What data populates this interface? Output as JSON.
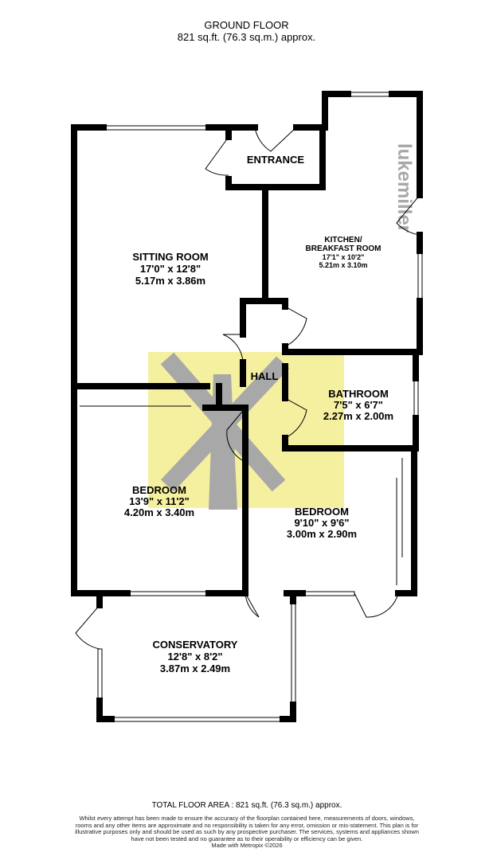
{
  "header": {
    "floor_name": "GROUND FLOOR",
    "area": "821 sq.ft. (76.3 sq.m.) approx."
  },
  "rooms": [
    {
      "name": "ENTRANCE"
    },
    {
      "name": "KITCHEN/",
      "name2": "BREAKFAST ROOM",
      "imperial": "17'1\"  x 10'2\"",
      "metric": "5.21m  x 3.10m"
    },
    {
      "name": "SITTING ROOM",
      "imperial": "17'0\"  x 12'8\"",
      "metric": "5.17m  x 3.86m"
    },
    {
      "name": "HALL"
    },
    {
      "name": "BATHROOM",
      "imperial": "7'5\"  x 6'7\"",
      "metric": "2.27m  x 2.00m"
    },
    {
      "name": "BEDROOM",
      "imperial": "13'9\"  x 11'2\"",
      "metric": "4.20m  x 3.40m"
    },
    {
      "name": "BEDROOM",
      "imperial": "9'10\"  x 9'6\"",
      "metric": "3.00m  x 2.90m"
    },
    {
      "name": "CONSERVATORY",
      "imperial": "12'8\"  x 8'2\"",
      "metric": "3.87m  x 2.49m"
    }
  ],
  "watermark": {
    "text": "lukemiller",
    "colors": {
      "box": "#f5f0a0",
      "logo": "#a8a8a8"
    }
  },
  "footer": {
    "total": "TOTAL FLOOR AREA : 821 sq.ft. (76.3 sq.m.) approx.",
    "disclaimer": "Whilst every attempt has been made to ensure the accuracy of the floorplan contained here, measurements of doors, windows, rooms and any other items are approximate and no responsibility is taken for any error, omission or mis-statement. This plan is for illustrative purposes only and should be used as such by any prospective purchaser. The services, systems and appliances shown have not been tested and no guarantee as to their operability or efficiency can be given.",
    "credit": "Made with Metropix ©2026"
  }
}
